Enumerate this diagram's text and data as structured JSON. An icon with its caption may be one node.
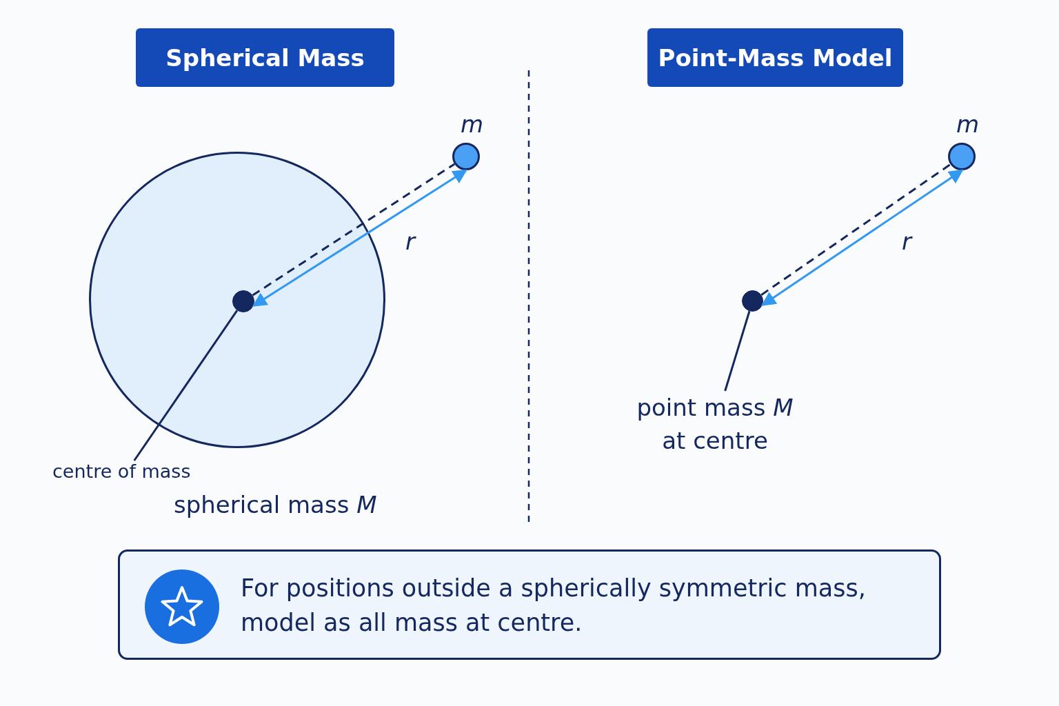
{
  "diagram": {
    "nodes": [
      {
        "text": [
          "Spherical Mass"
        ]
      },
      {
        "text": [
          "Point-Mass Model"
        ]
      },
      {
        "text": [],
        "shape": "circle"
      },
      {
        "text": [],
        "shape": "circle",
        "in": 2
      },
      {
        "text": [],
        "shape": "circle",
        "beside": [
          "m"
        ]
      },
      {
        "text": [
          "centre of mass"
        ]
      },
      {
        "text": [],
        "shape": "circle"
      },
      {
        "text": [],
        "shape": "circle",
        "beside": [
          "m"
        ]
      },
      {
        "text": [
          "point mass *M* at centre"
        ]
      },
      {
        "text": [
          "For positions outside a spherically symmetric mass, model as all mass at centre."
        ]
      }
    ],
    "edges": [
      {
        "from": 3,
        "to": 4,
        "arrow": "none",
        "style": "dashed"
      },
      {
        "from": 3,
        "to": 4,
        "arrow": "both",
        "label": "r",
        "color": "#3399f0"
      },
      {
        "from": 5,
        "to": 3,
        "arrow": "none"
      },
      {
        "from": 6,
        "to": 7,
        "arrow": "none",
        "style": "dashed"
      },
      {
        "from": 6,
        "to": 7,
        "arrow": "both",
        "label": "r",
        "color": "#3399f0"
      },
      {
        "from": 8,
        "to": 6,
        "arrow": "none"
      }
    ],
    "labels": [
      "spherical mass *M*"
    ]
  }
}
